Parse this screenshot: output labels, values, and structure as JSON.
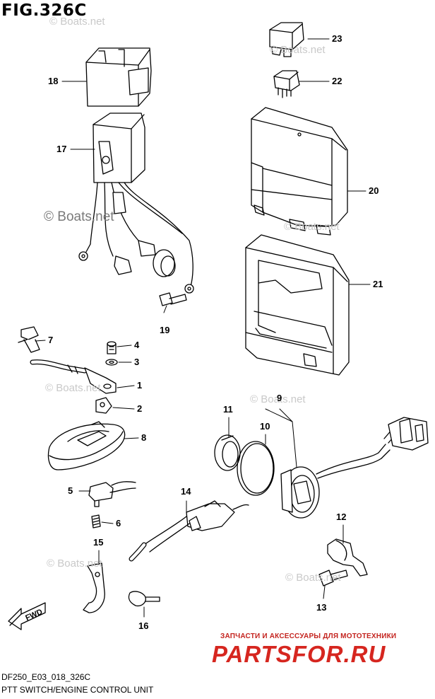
{
  "figure": {
    "title": "FIG.326C",
    "model_code": "DF250_E03_018_326C",
    "section_title": "PTT SWITCH/ENGINE CONTROL UNIT"
  },
  "watermarks": {
    "text": "© Boats.net"
  },
  "branding": {
    "tagline": "ЗАПЧАСТИ И АКСЕССУАРЫ ДЛЯ МОТОТЕХНИКИ",
    "logo": "PARTSFOR.RU"
  },
  "direction_arrow": {
    "label": "FWD"
  },
  "callouts": {
    "c1": "1",
    "c2": "2",
    "c3": "3",
    "c4": "4",
    "c5": "5",
    "c6": "6",
    "c7": "7",
    "c8": "8",
    "c9": "9",
    "c10": "10",
    "c11": "11",
    "c12": "12",
    "c13": "13",
    "c14": "14",
    "c15": "15",
    "c16": "16",
    "c17": "17",
    "c18": "18",
    "c19": "19",
    "c20": "20",
    "c21": "21",
    "c22": "22",
    "c23": "23"
  },
  "colors": {
    "line": "#000000",
    "watermark": "#c9c9c9",
    "brand_red": "#d6261f"
  }
}
